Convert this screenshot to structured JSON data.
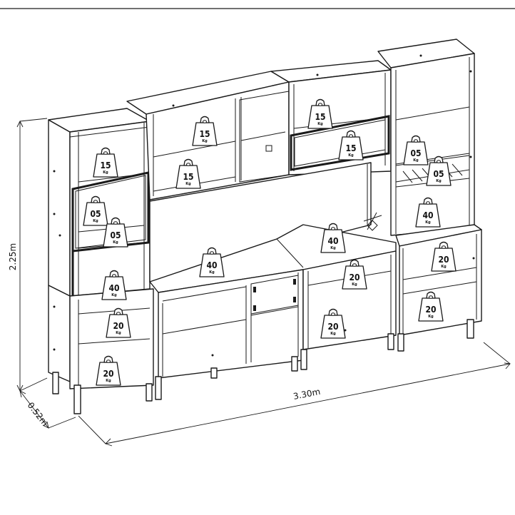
{
  "dimensions": {
    "height": "2.25m",
    "depth": "0.52m",
    "width": "3.30m"
  },
  "weight_unit": "Kg",
  "weights": [
    {
      "id": "left-top-shelf",
      "value": "15"
    },
    {
      "id": "left-glass-upper",
      "value": "05"
    },
    {
      "id": "left-glass-lower",
      "value": "05"
    },
    {
      "id": "left-middle",
      "value": "40"
    },
    {
      "id": "left-base-upper",
      "value": "20"
    },
    {
      "id": "left-base-lower",
      "value": "20"
    },
    {
      "id": "bridge-left-upper",
      "value": "15"
    },
    {
      "id": "bridge-left-lower",
      "value": "15"
    },
    {
      "id": "bridge-right-upper",
      "value": "15"
    },
    {
      "id": "bridge-right-glass",
      "value": "15"
    },
    {
      "id": "tv-top-left",
      "value": "40"
    },
    {
      "id": "tv-top-right",
      "value": "40"
    },
    {
      "id": "center-right-upper",
      "value": "20"
    },
    {
      "id": "center-right-lower",
      "value": "20"
    },
    {
      "id": "right-tower-upper",
      "value": "05"
    },
    {
      "id": "right-tower-rack",
      "value": "05"
    },
    {
      "id": "right-tower-lower",
      "value": "40"
    },
    {
      "id": "right-base-upper",
      "value": "20"
    },
    {
      "id": "right-base-lower",
      "value": "20"
    }
  ]
}
